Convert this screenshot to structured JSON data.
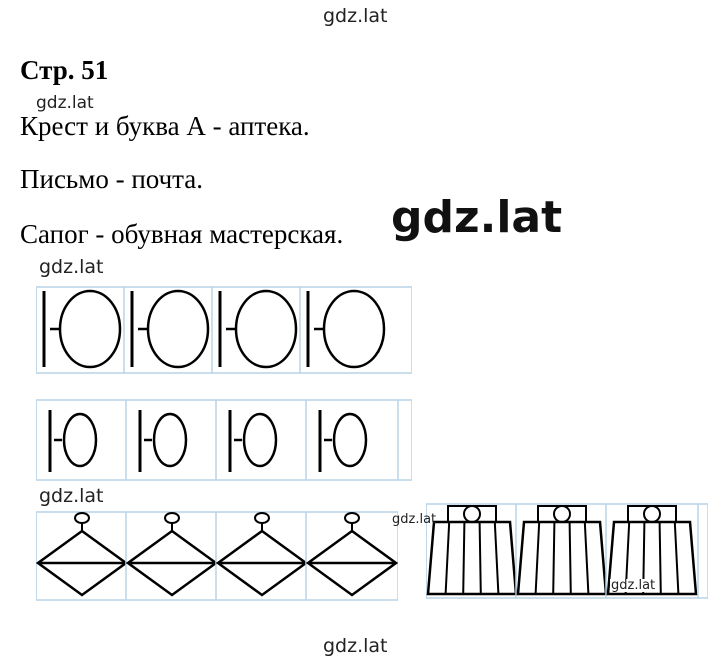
{
  "watermarks": {
    "top": "gdz.lat",
    "small_a": "gdz.lat",
    "big": "gdz.lat",
    "small_b": "gdz.lat",
    "small_c": "gdz.lat",
    "small_d": "gdz.lat",
    "small_e": "gdz.lat",
    "bottom": "gdz.lat"
  },
  "page": {
    "title": "Стр. 51"
  },
  "answers": [
    "Крест и буква А - аптека.",
    "Письмо - почта.",
    "Сапог - обувная мастерская."
  ],
  "figures": {
    "row1_count": 4,
    "row2_count": 4,
    "pendant_count": 4,
    "lampshade_count": 3,
    "grid_color": "#b8d2e6",
    "ink_color": "#000000"
  }
}
